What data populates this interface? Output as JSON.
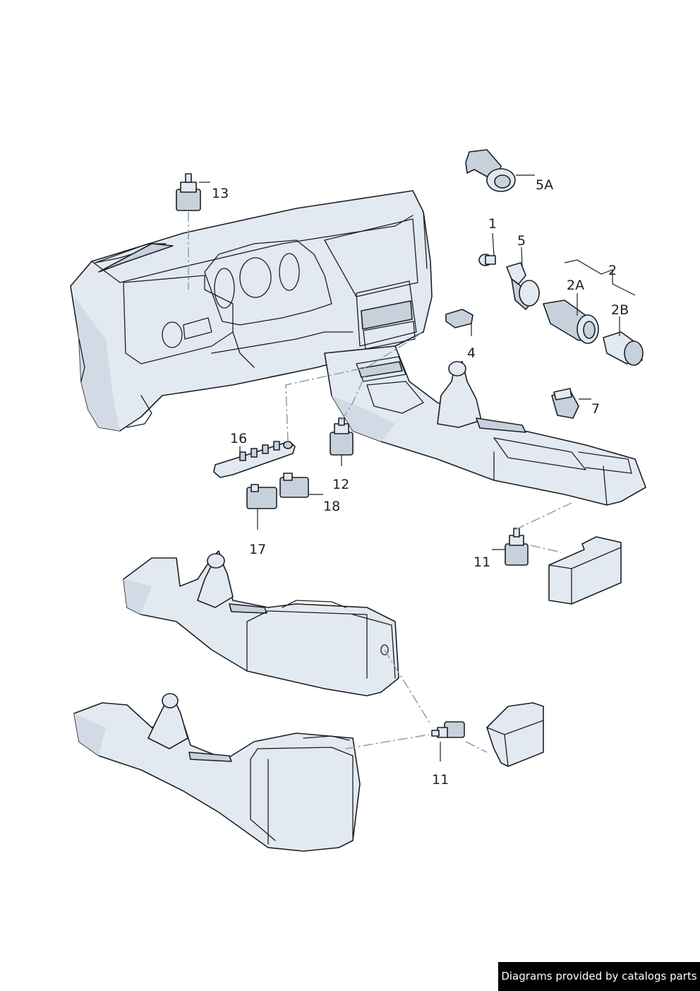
{
  "callouts": {
    "c1": "1",
    "c2": "2",
    "c2A": "2A",
    "c2B": "2B",
    "c4": "4",
    "c5": "5",
    "c5A": "5A",
    "c7": "7",
    "c11a": "11",
    "c11b": "11",
    "c12": "12",
    "c13": "13",
    "c16": "16",
    "c17": "17",
    "c18": "18"
  },
  "footer": {
    "credit": "Diagrams provided by catalogs parts"
  },
  "colors": {
    "part_fill": "#e3e9f0",
    "part_shadow": "#c7d1dc",
    "outline": "#1b1f24",
    "dash_line": "#8da4b6",
    "footer_bg": "#000000",
    "footer_text": "#ffffff"
  }
}
